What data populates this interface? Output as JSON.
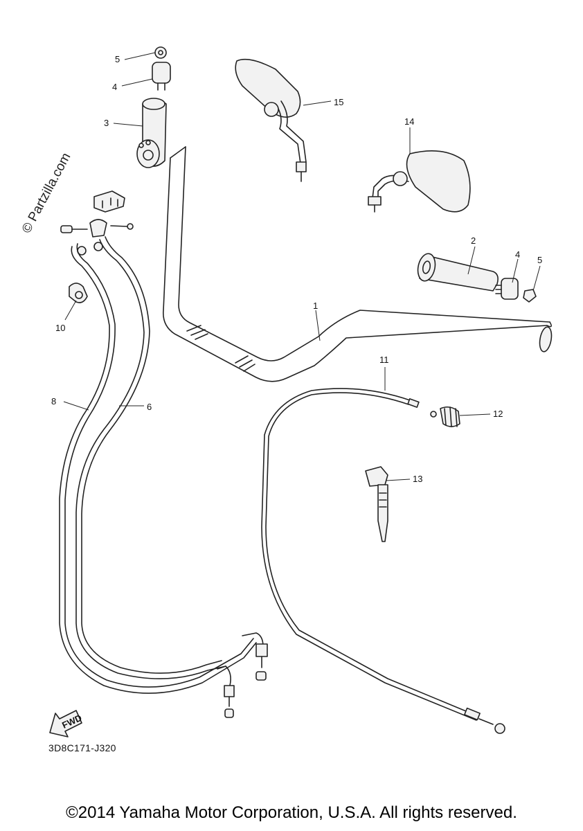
{
  "diagram": {
    "code": "3D8C171-J320",
    "watermark": "© Partzilla.com",
    "fwd_label": "FWD",
    "callouts": {
      "c1": "1",
      "c2": "2",
      "c3": "3",
      "c4a": "4",
      "c4b": "4",
      "c5a": "5",
      "c5b": "5",
      "c6": "6",
      "c8": "8",
      "c10": "10",
      "c11": "11",
      "c12": "12",
      "c13": "13",
      "c14": "14",
      "c15": "15"
    }
  },
  "footer": {
    "copyright": "©2014 Yamaha Motor Corporation, U.S.A. All rights reserved."
  }
}
